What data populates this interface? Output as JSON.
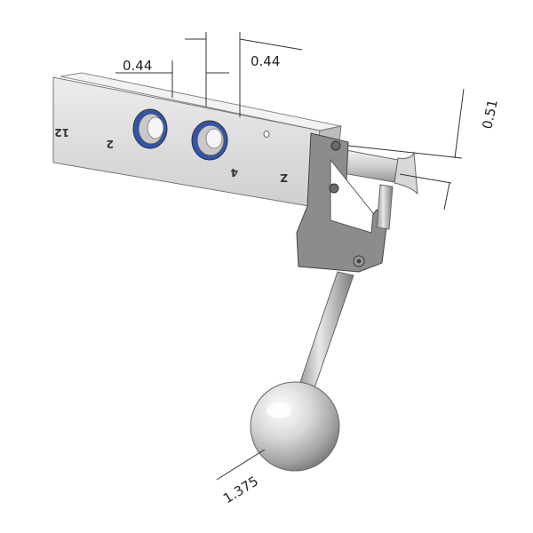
{
  "dimensions": {
    "left_spacing": "0.44",
    "right_spacing": "0.44",
    "height": "0.51",
    "ball_diameter": "1.375"
  },
  "stamps": {
    "s1": "12",
    "s2": "2",
    "s3": "4",
    "s4": "Z"
  },
  "colors": {
    "bar": "#dedede",
    "bar_top": "#f0f0f0",
    "clamp": "#8a8a8a",
    "bushing_blue": "#3a5fb5",
    "rod": "#c4c4c4"
  }
}
